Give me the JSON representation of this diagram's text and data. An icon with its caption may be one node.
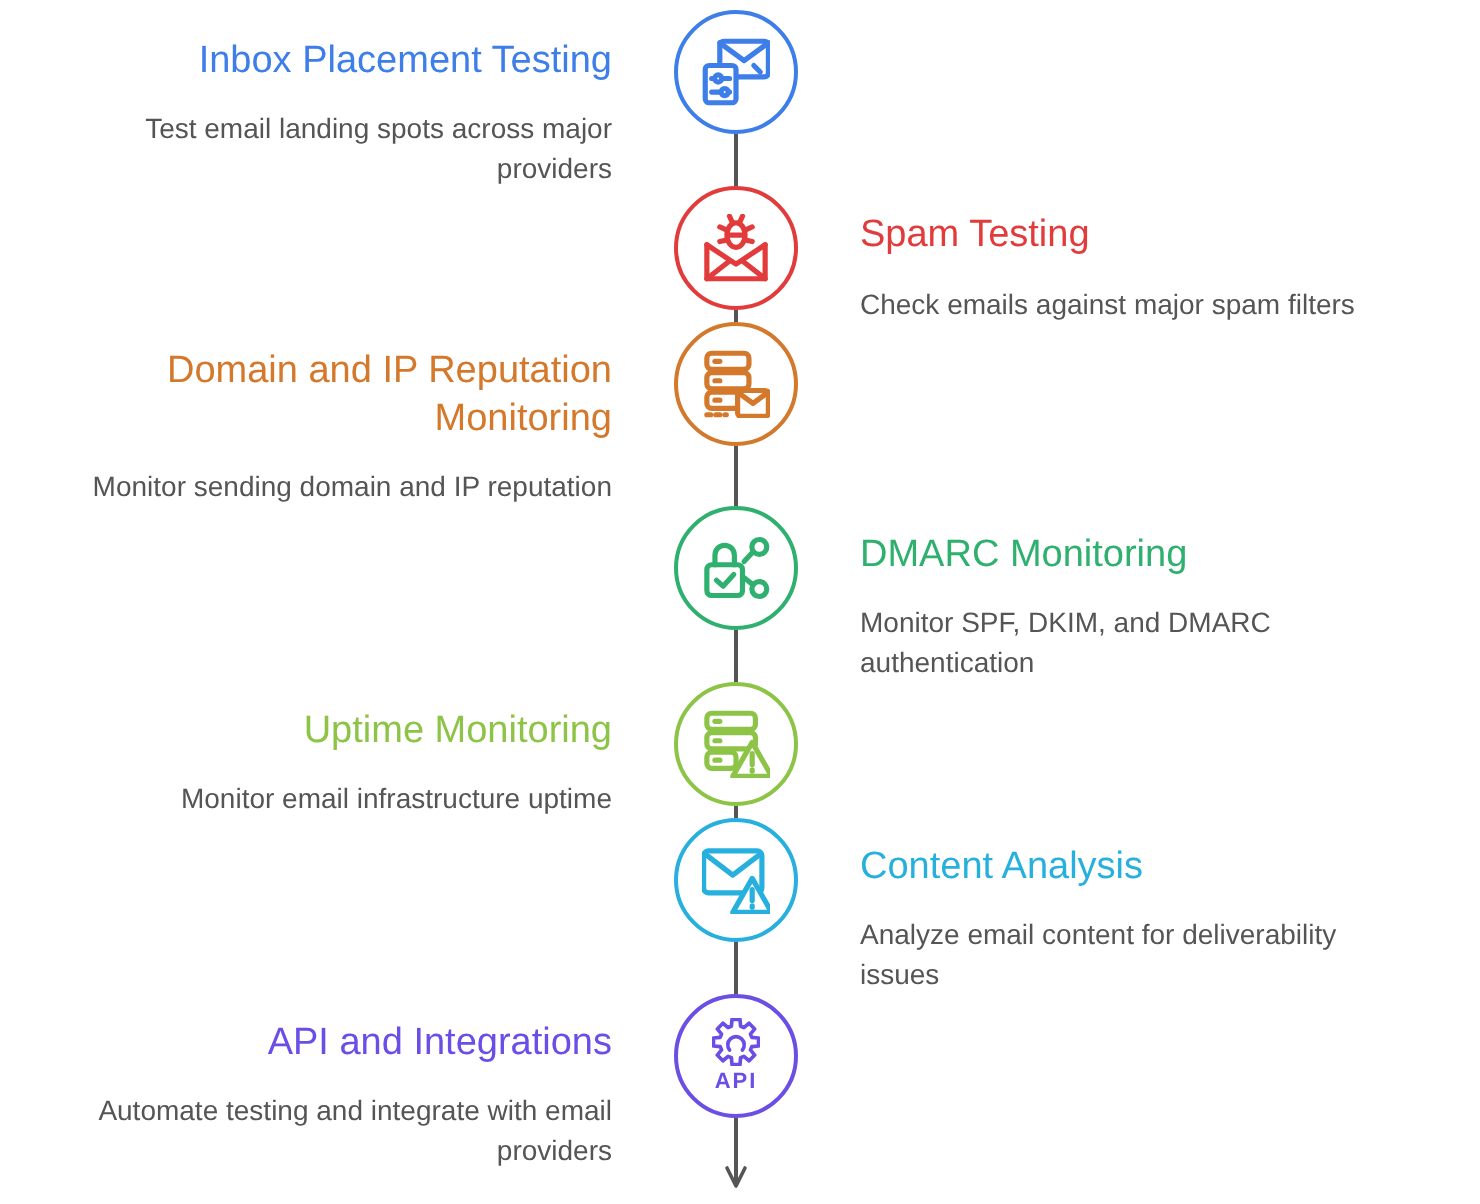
{
  "diagram": {
    "nodes": [
      {
        "text": [],
        "shape": "circle",
        "beside": [
          "Inbox Placement Testing",
          "Test email landing spots across major providers"
        ]
      },
      {
        "text": [],
        "shape": "circle",
        "beside": [
          "Spam Testing",
          "Check emails against major spam filters"
        ]
      },
      {
        "text": [],
        "shape": "circle",
        "beside": [
          "Domain and IP Reputation Monitoring",
          "Monitor sending domain and IP reputation"
        ]
      },
      {
        "text": [],
        "shape": "circle",
        "beside": [
          "DMARC Monitoring",
          "Monitor SPF, DKIM, and DMARC authentication"
        ]
      },
      {
        "text": [],
        "shape": "circle",
        "beside": [
          "Uptime Monitoring",
          "Monitor email infrastructure uptime"
        ]
      },
      {
        "text": [],
        "shape": "circle",
        "beside": [
          "Content Analysis",
          "Analyze email content for deliverability issues"
        ]
      },
      {
        "text": [
          "API"
        ],
        "beside": [
          "API and Integrations",
          "Automate testing and integrate with email providers"
        ]
      }
    ],
    "edges": [
      {
        "from": 0,
        "to": 1,
        "arrow": "none"
      },
      {
        "from": 1,
        "to": 2,
        "arrow": "none"
      },
      {
        "from": 2,
        "to": 3,
        "arrow": "none"
      },
      {
        "from": 3,
        "to": 4,
        "arrow": "none"
      },
      {
        "from": 4,
        "to": 5,
        "arrow": "none"
      },
      {
        "from": 5,
        "to": 6,
        "arrow": "none"
      },
      {
        "from": 6,
        "to": null,
        "arrow": "to"
      }
    ]
  }
}
